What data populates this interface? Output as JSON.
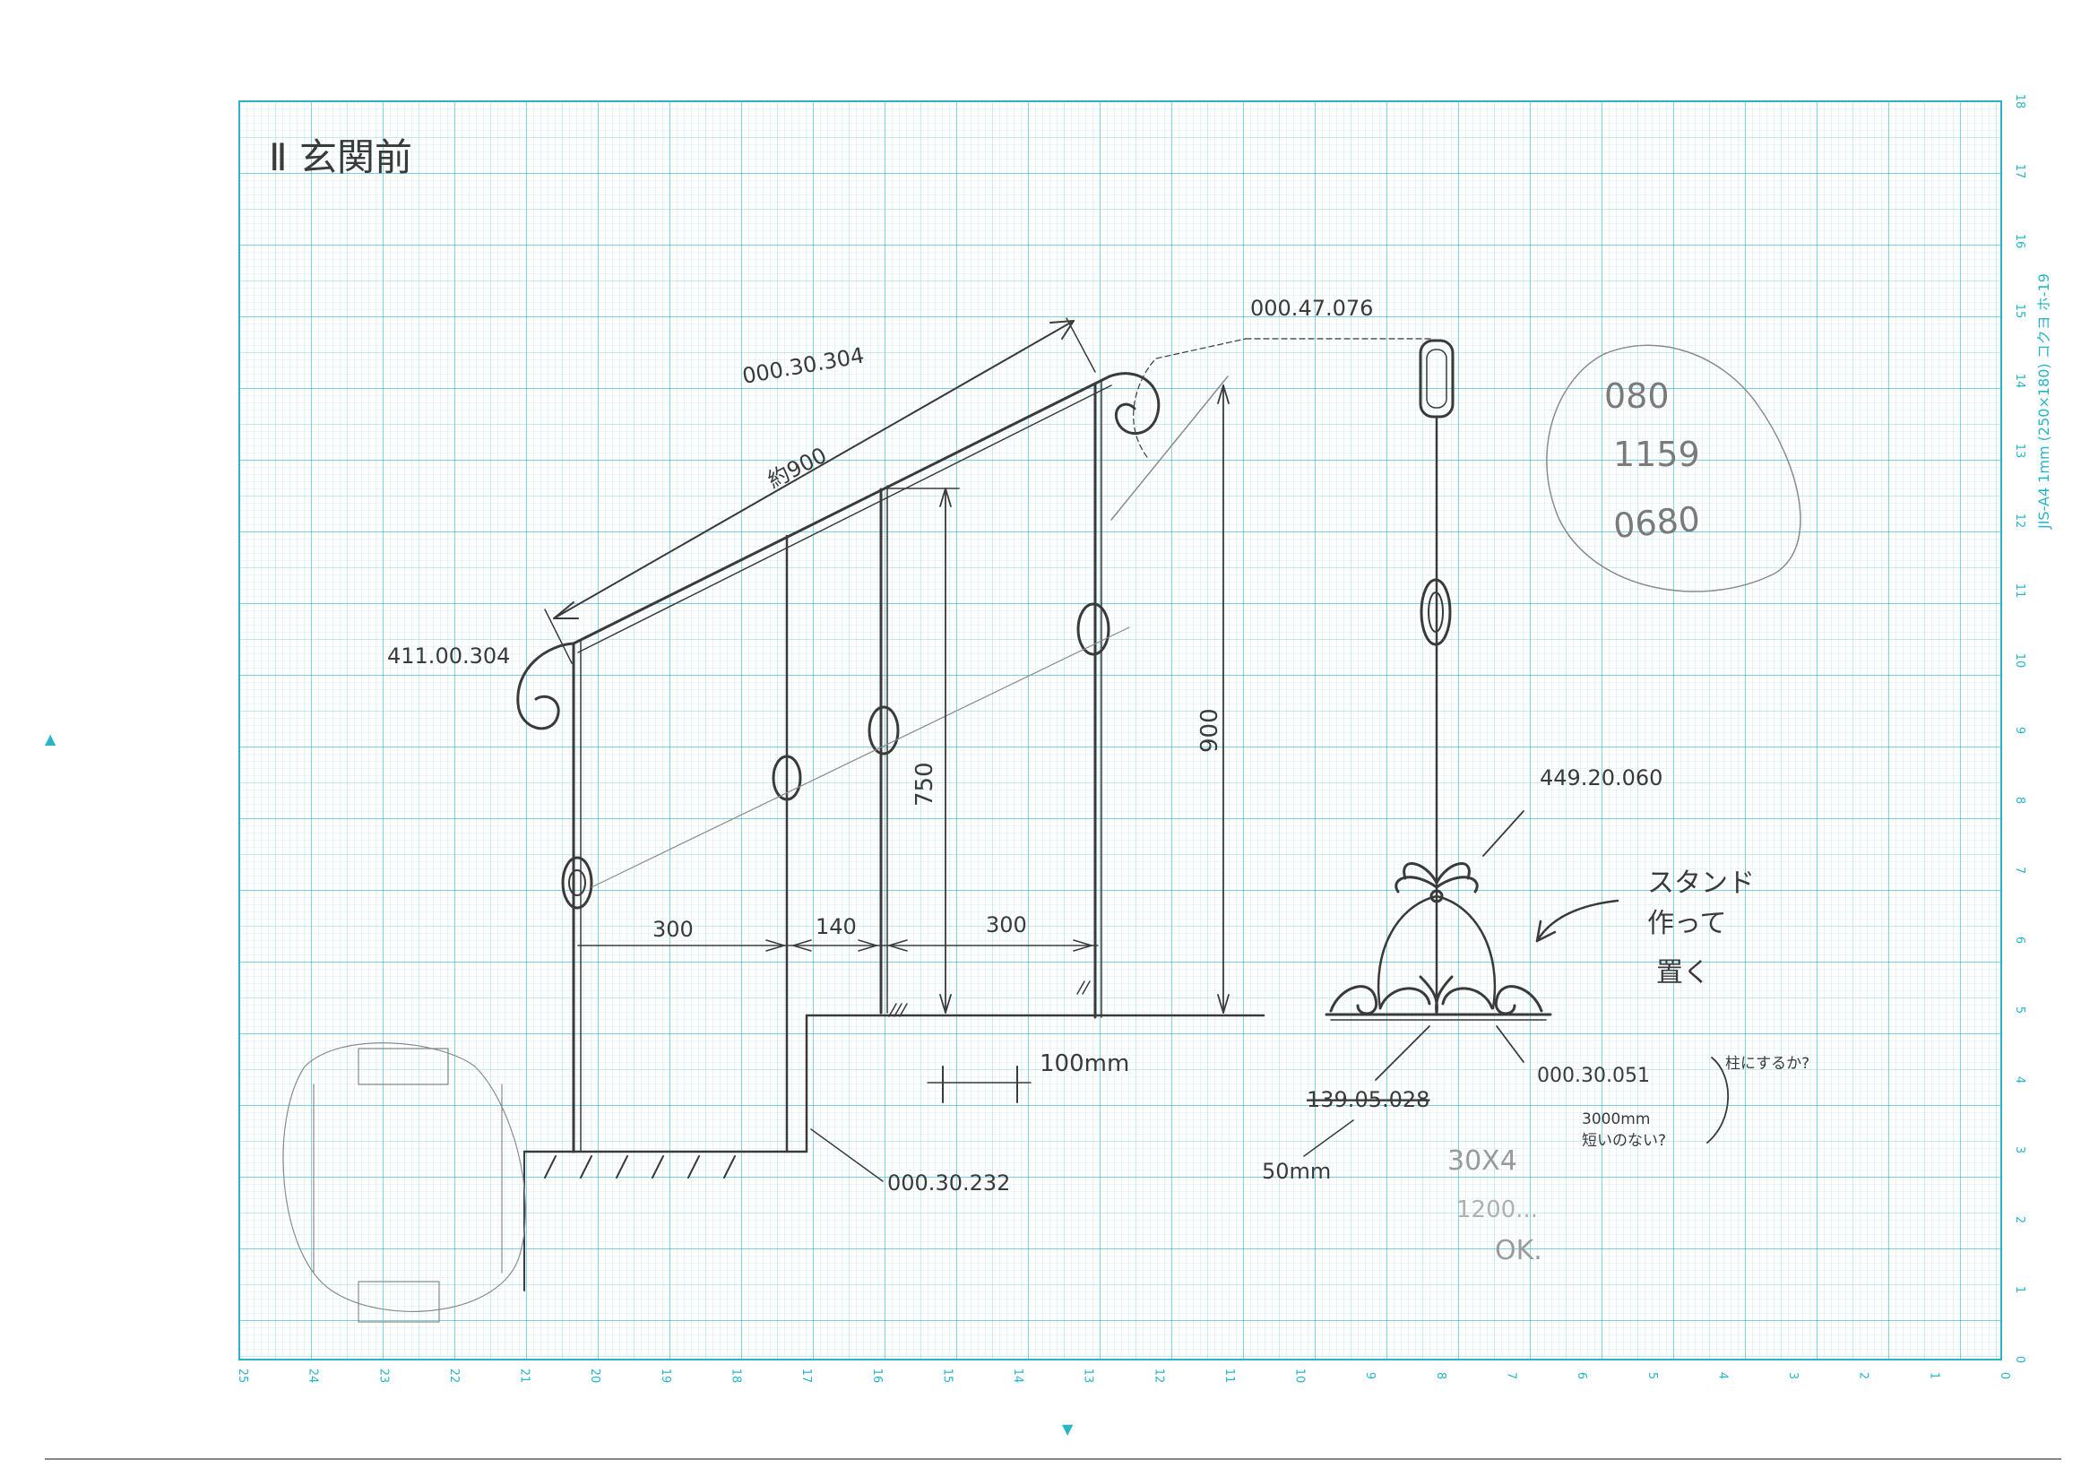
{
  "sheet": {
    "title": "Ⅱ 玄関前",
    "paper_label": "JIS-A4 1mm (250×180) コクヨ ホ-19",
    "grid_color": "#29b4c8",
    "pencil_color": "#3a3a3a",
    "bottom_numbers": [
      "25",
      "24",
      "23",
      "22",
      "21",
      "20",
      "19",
      "18",
      "17",
      "16",
      "15",
      "14",
      "13",
      "12",
      "11",
      "10",
      "9",
      "8",
      "7",
      "6",
      "5",
      "4",
      "3",
      "2",
      "1",
      "0"
    ],
    "right_numbers": [
      "0",
      "1",
      "2",
      "3",
      "4",
      "5",
      "6",
      "7",
      "8",
      "9",
      "10",
      "11",
      "12",
      "13",
      "14",
      "15",
      "16",
      "17",
      "18"
    ]
  },
  "labels": {
    "handrail_code": "000.30.304",
    "length_approx": "約900",
    "end_scroll_code": "411.00.304",
    "top_cap_code": "000.47.076",
    "stand_code": "449.20.060",
    "base_code": "000.30.232",
    "base_plate_code": "139.05.028",
    "right_code": "000.30.051",
    "dim_300_left": "300",
    "dim_140": "140",
    "dim_300_right": "300",
    "dim_750": "750",
    "dim_900": "900",
    "dim_100mm": "100mm",
    "dim_50mm": "50mm",
    "note_3000mm": "3000mm",
    "note_stand_1": "スタンド",
    "note_stand_2": "作って",
    "note_stand_3": "置く",
    "note_right_1": "柱にするか?",
    "note_right_2": "短いのない?",
    "note_30x4": "30X4",
    "note_1200": "1200...",
    "note_ok": "OK.",
    "circled_1": "080",
    "circled_2": "1159",
    "circled_3": "0680"
  }
}
